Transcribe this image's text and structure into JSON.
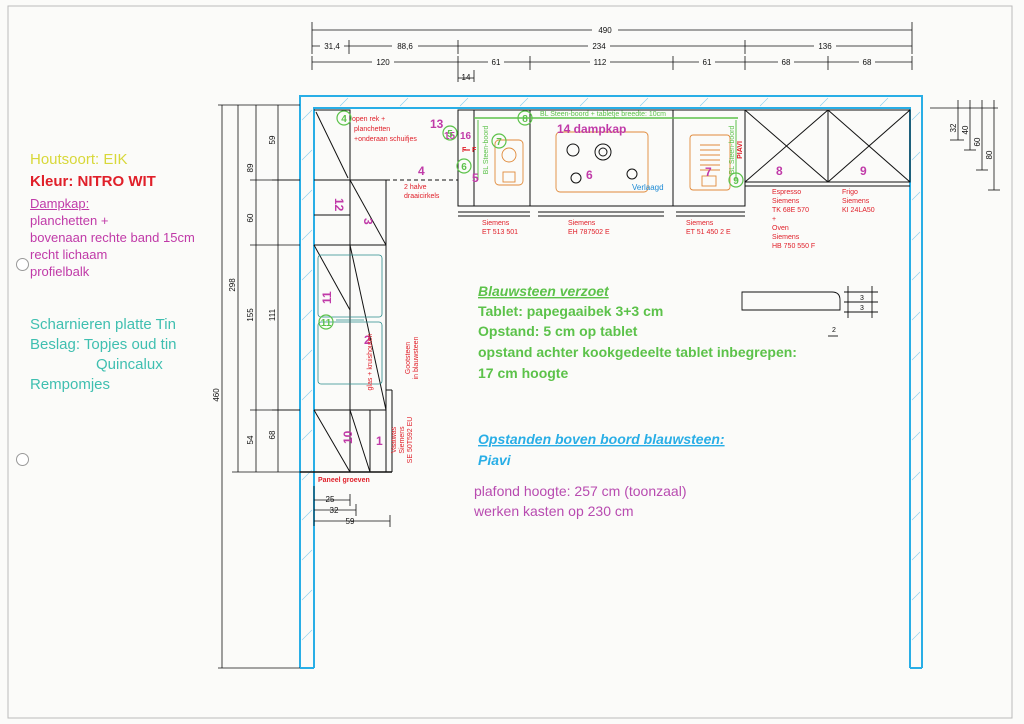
{
  "colors": {
    "wall": "#29aee6",
    "dim": "#111111",
    "red": "#e0202a",
    "magenta": "#c03aa8",
    "green": "#5cc24a",
    "blue": "#1d8ad4",
    "yellow": "#d8d83a",
    "teal": "#3fbfb0",
    "orange": "#e08a3a"
  },
  "left_notes": {
    "houtsoort": "Houtsoort: EIK",
    "kleur": "Kleur: NITRO WIT",
    "dampkap_title": "Dampkap:",
    "dampkap_1": "planchetten +",
    "dampkap_2": "bovenaan rechte band 15cm",
    "dampkap_3": "recht lichaam",
    "dampkap_4": "profielbalk",
    "scharnieren": "Scharnieren  platte Tin",
    "beslag": "Beslag: Topjes oud tin",
    "quincalux": "Quincalux",
    "rempomjes": "Rempomjes"
  },
  "dims_top": {
    "total": "490",
    "row1": [
      "31,4",
      "88,6",
      "234",
      "136"
    ],
    "row2": [
      "120",
      "61",
      "112",
      "61",
      "68",
      "68"
    ],
    "small": "14"
  },
  "dims_left": {
    "total": "460",
    "outer": "298",
    "a": [
      "59",
      "89",
      "60",
      "155",
      "111",
      "54",
      "68"
    ]
  },
  "dims_right": [
    "32",
    "40",
    "60",
    "80"
  ],
  "dims_bottom": [
    "25",
    "32",
    "59"
  ],
  "units": {
    "u1": "1",
    "u2": "2",
    "u3": "3",
    "u4": "4",
    "u5": "5",
    "u6": "6",
    "u7": "7",
    "u8": "8",
    "u9": "9",
    "u10": "10",
    "u11": "11",
    "u12": "12",
    "u13": "13",
    "u14": "14 dampkap",
    "u15": "15",
    "u16": "16"
  },
  "circled": [
    "4",
    "5",
    "6",
    "7",
    "8",
    "9",
    "11"
  ],
  "labels": {
    "open_rek": [
      "open rek +",
      "planchetten",
      "+onderaan  schuifjes"
    ],
    "halve": [
      "2 halve",
      "draaicirkels"
    ],
    "steenboord": "BL Steen-boord + tabletje breedte: 10cm",
    "bl_steenboord_a": "BL Steen-boord",
    "bl_steenboord_b": "BL Steen-boord",
    "piavi": "PIAVI",
    "verlaagd": "Verlaagd",
    "gootsteen": [
      "Gootsteen",
      "in blauwsteen"
    ],
    "glas": "glas + kruishouten",
    "vaatwas": [
      "Vaatwas",
      "Siemens",
      "SE 50T592 EU"
    ],
    "paneel": "Paneel groeven",
    "f1": "F",
    "f2": "F"
  },
  "appliances": {
    "a1": [
      "Siemens",
      "ET 513 501"
    ],
    "a2": [
      "Siemens",
      "EH 787502 E"
    ],
    "a3": [
      "Siemens",
      "ET 51 450 2 E"
    ],
    "espresso": [
      "Espresso",
      "Siemens",
      "TK 68E 570",
      "+",
      "Oven",
      "Siemens",
      "HB 750 550 F"
    ],
    "frigo": [
      "Frigo",
      "Siemens",
      "KI 24LA50"
    ]
  },
  "center_notes": {
    "blauwsteen": "Blauwsteen verzoet",
    "tablet": "Tablet: papegaaibek 3+3 cm",
    "opstand": "Opstand: 5 cm op tablet",
    "opstand2": "opstand achter kookgedeelte tablet inbegrepen:",
    "hoogte": "17 cm hoogte",
    "opstanden_title": "Opstanden boven boord blauwsteen:",
    "piavi": "Piavi",
    "plafond": "plafond hoogte: 257 cm (toonzaal)",
    "werken": "werken kasten op 230 cm"
  },
  "profile_dims": [
    "3",
    "3",
    "2"
  ]
}
